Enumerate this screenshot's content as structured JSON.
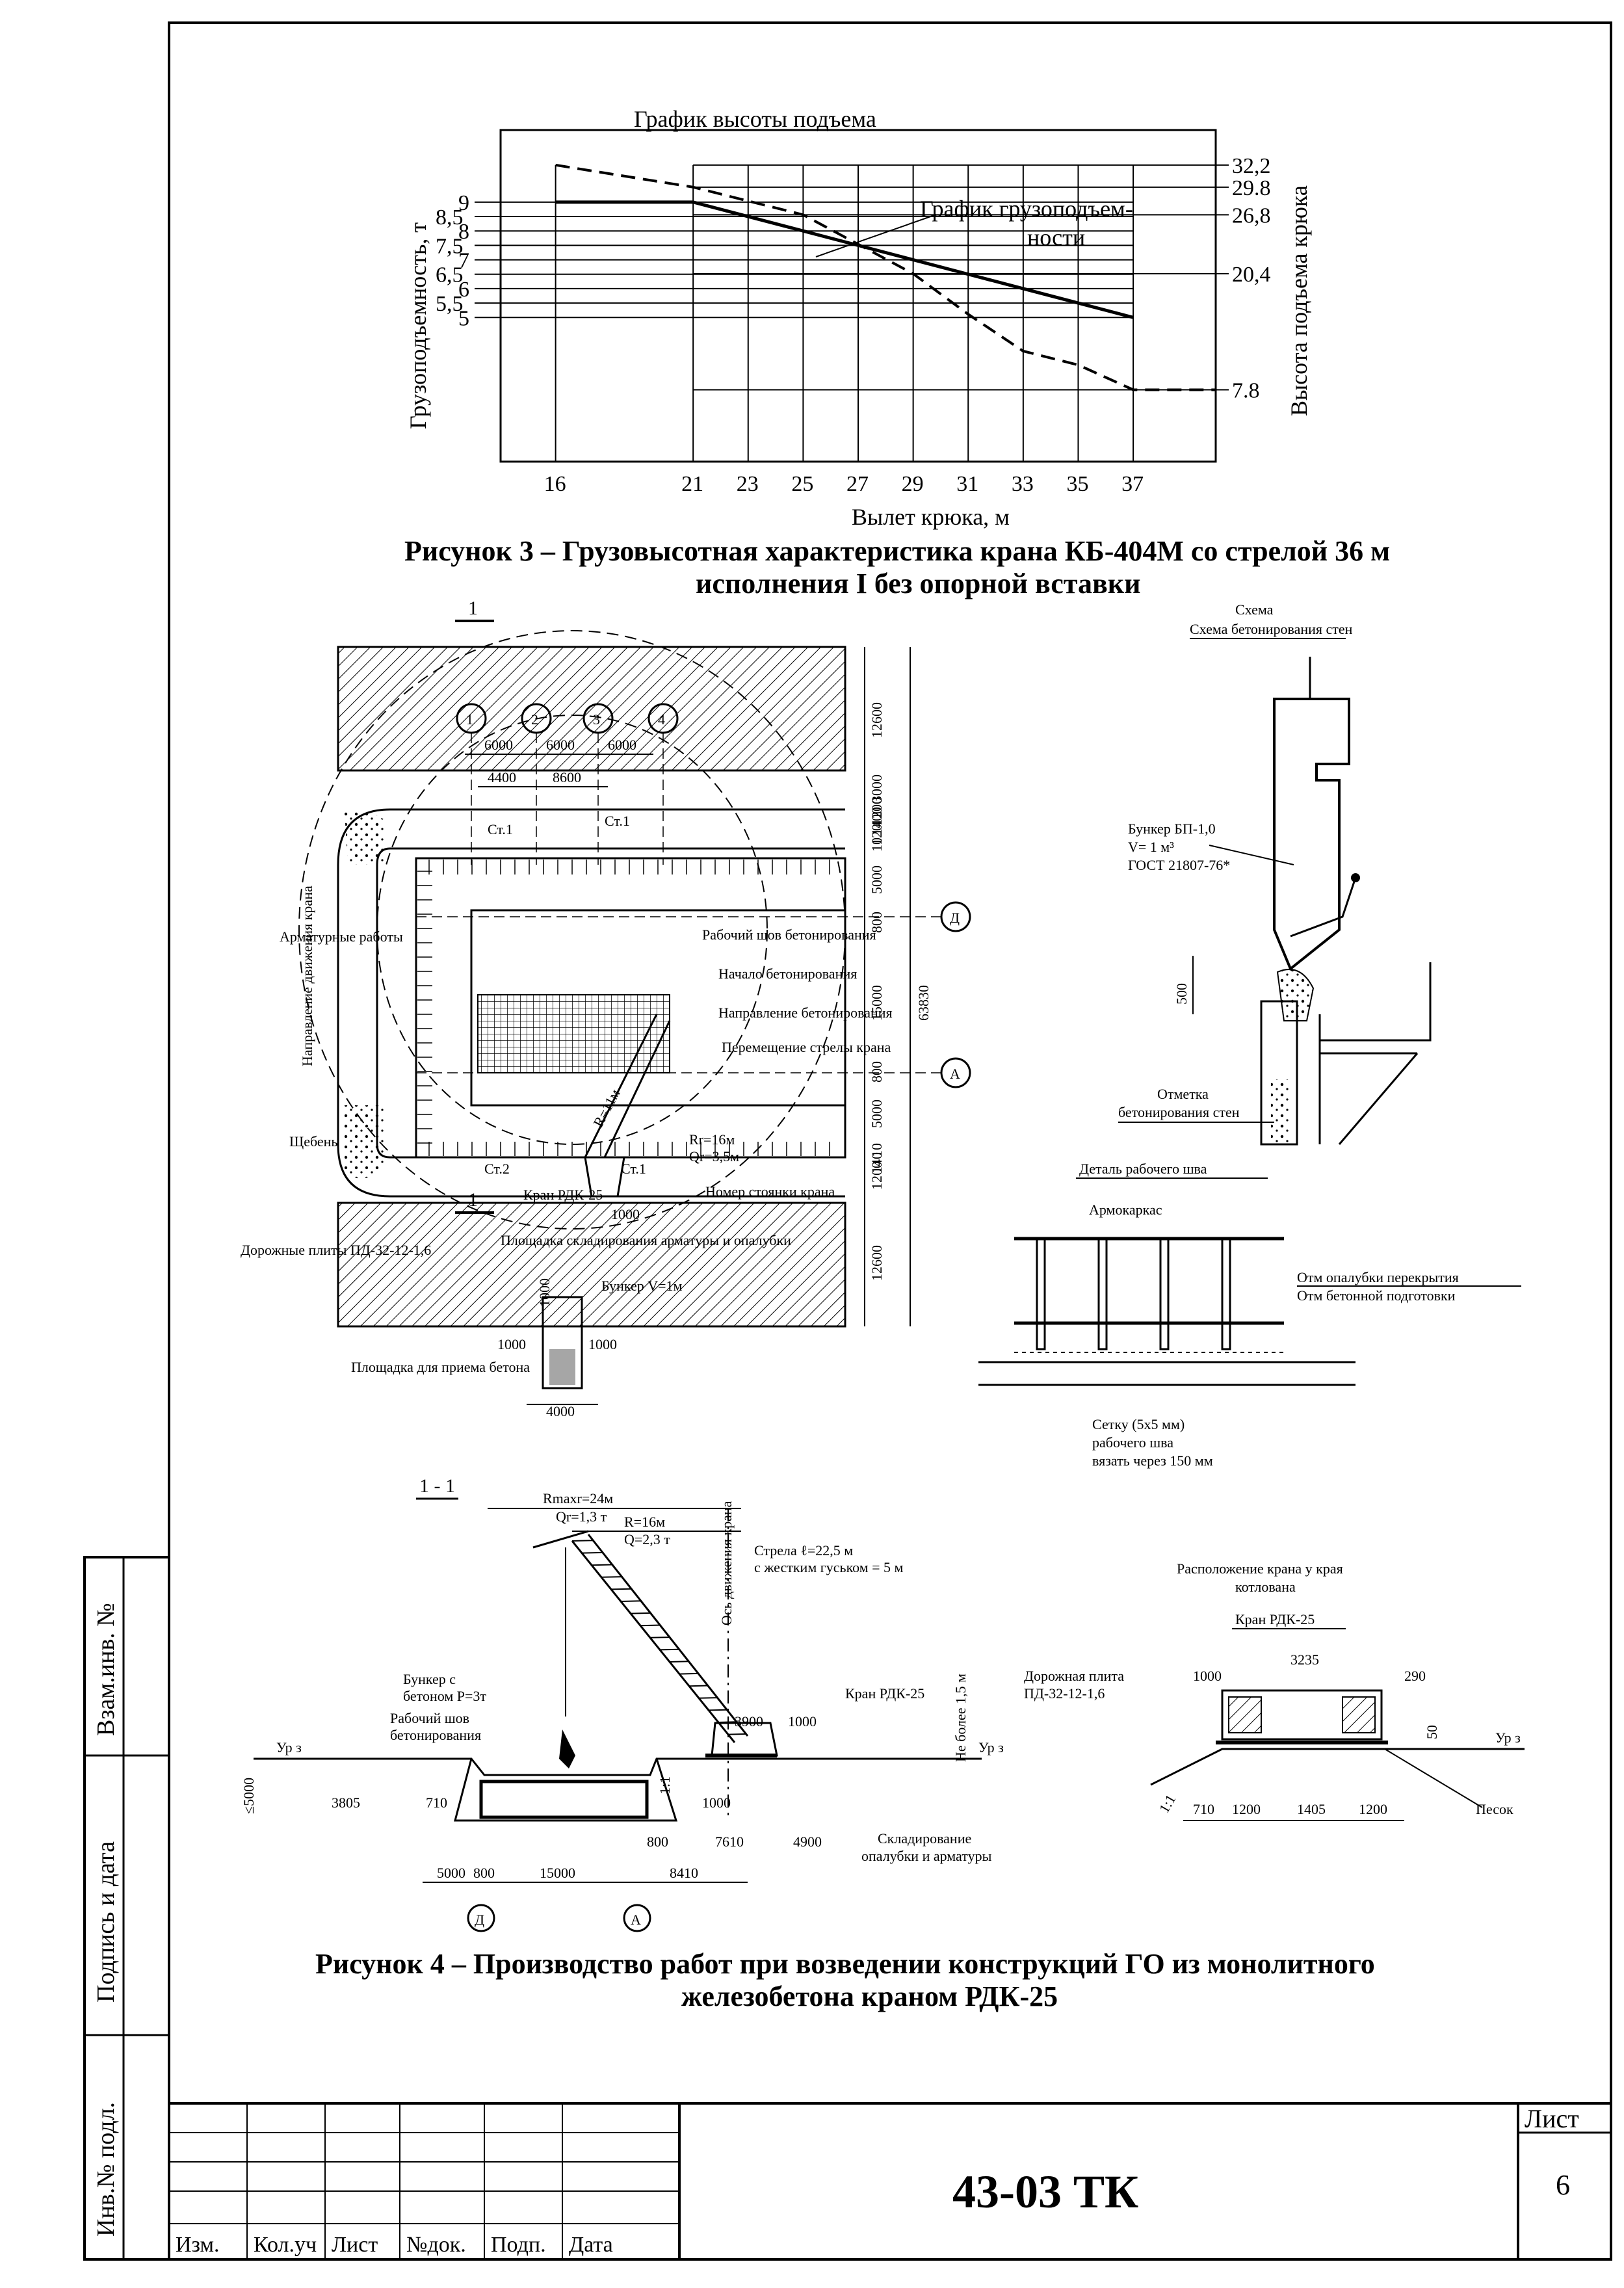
{
  "chart_data": {
    "type": "line",
    "title": "График высоты подъема",
    "xlabel": "Вылет крюка, м",
    "ylabel": "Грузоподъемность, т",
    "y2label": "Высота подъема крюка",
    "x_ticks": [
      16,
      21,
      23,
      25,
      27,
      29,
      31,
      33,
      35,
      37
    ],
    "y_ticks_left": [
      "9",
      "8,5",
      "8",
      "7,5",
      "7",
      "6,5",
      "6",
      "5,5",
      "5"
    ],
    "y_ticks_right": [
      "32,2",
      "29.8",
      "26,8",
      "20,4",
      "7.8"
    ],
    "xlim": [
      14,
      40
    ],
    "ylim": [
      0,
      11.5
    ],
    "series": [
      {
        "name": "График грузоподъем-ности",
        "style": "solid",
        "x": [
          16,
          21,
          23,
          25,
          27,
          29,
          31,
          33,
          35,
          37
        ],
        "y": [
          9,
          9,
          8.5,
          8,
          7.5,
          7,
          6.5,
          6,
          5.5,
          5
        ]
      },
      {
        "name": "График высоты подъема",
        "style": "dashed",
        "axis": "right",
        "x": [
          16,
          21,
          25,
          29,
          31,
          33,
          35,
          37,
          40
        ],
        "y": [
          32.2,
          29.8,
          26.8,
          20.4,
          16,
          12,
          10.5,
          7.8,
          7.8
        ]
      }
    ],
    "annotation": "График грузоподъем-ности"
  },
  "captions": {
    "fig3_line1": "Рисунок 3 – Грузовысотная характеристика крана КБ-404М со стрелой 36 м",
    "fig3_line2": "исполнения I без опорной вставки",
    "fig4_line1": "Рисунок 4 – Производство работ при возведении конструкций ГО из монолитного",
    "fig4_line2": "железобетона краном РДК-25"
  },
  "plan": {
    "section_mark": "1",
    "axes": [
      "1",
      "2",
      "3",
      "4",
      "Д",
      "А"
    ],
    "dims_top": [
      "6000",
      "6000",
      "6000",
      "4400",
      "8600"
    ],
    "dims_right": [
      "12600",
      "3000",
      "1200",
      "1400",
      "120",
      "10",
      "5000",
      "800",
      "15000",
      "800",
      "5000",
      "10",
      "140",
      "1200",
      "12600"
    ],
    "total": "63830",
    "labels": {
      "st1": "Ст.1",
      "st2": "Ст.2",
      "st1b": "Ст.1",
      "rebar": "Арматурные работы",
      "direction": "Направление движения крана",
      "gravel": "Щебень",
      "road_plates": "Дорожные плиты ПД-32-12-1,6",
      "seam": "Рабочий шов бетонирования",
      "start": "Начало бетонирования",
      "dir_conc": "Направление бетонирования",
      "boom_move": "Перемещение стрелы крана",
      "rg": "Rr=16м",
      "qg": "Qr=3,5м",
      "r": "R=11м",
      "crane": "Кран РДК-25",
      "stop_no": "Номер стоянки крана",
      "storage": "Площадка складирования арматуры и опалубки",
      "bunker": "Бункер V=1м",
      "receive": "Площадка для приема бетона",
      "d1000a": "1000",
      "d1000b": "1000",
      "d1000c": "1000",
      "d4000": "4000",
      "d1000v": "1000"
    }
  },
  "wall_scheme": {
    "title": "Схема бетонирования стен",
    "bunker1": "Бункер БП-1,0",
    "bunker2": "V= 1 м³",
    "bunker3": "ГОСТ 21807-76*",
    "d500": "500",
    "mark1": "Отметка",
    "mark2": "бетонирования стен"
  },
  "seam_detail": {
    "title": "Деталь рабочего шва",
    "cage": "Армокаркас",
    "mark1": "Отм опалубки перекрытия",
    "mark2": "Отм бетонной подготовки",
    "mesh1": "Сетку (5х5 мм)",
    "mesh2": "рабочего шва",
    "mesh3": "вязать через 150 мм"
  },
  "section": {
    "title": "1 - 1",
    "rmax": "Rmaxr=24м",
    "qr": "Qr=1,3 т",
    "r": "R=16м",
    "q": "Q=2,3 т",
    "boom1": "Стрела ℓ=22,5 м",
    "boom2": "с жестким гуськом = 5 м",
    "axis": "Ось движения крана",
    "bunker1": "Бункер с",
    "bunker2": "бетоном Р=3т",
    "seam1": "Рабочий шов",
    "seam2": "бетонирования",
    "level": "Ур з",
    "level2": "Ур з",
    "d5000v": "≤5000",
    "d3900": "3900",
    "d1000": "1000",
    "crane": "Кран РДК-25",
    "notmore": "Не более 1,5 м",
    "d3805": "3805",
    "d710": "710",
    "d1000b": "1000",
    "slope": "1:1",
    "d800": "800",
    "d7610": "7610",
    "d4900": "4900",
    "d5000": "5000",
    "d800b": "800",
    "d15000": "15000",
    "d8410": "8410",
    "storage1": "Складирование",
    "storage2": "опалубки и арматуры",
    "axisD": "Д",
    "axisA": "А"
  },
  "edge": {
    "title1": "Расположение крана у края",
    "title2": "котлована",
    "crane": "Кран РДК-25",
    "plate1": "Дорожная плита",
    "plate2": "ПД-32-12-1,6",
    "d1000": "1000",
    "d3235": "3235",
    "d290": "290",
    "level": "Ур з",
    "d50": "50",
    "slope": "1:1",
    "d710": "710",
    "d1200a": "1200",
    "d1405": "1405",
    "d1200b": "1200",
    "sand": "Песок"
  },
  "stamp": {
    "code": "43-03 ТК",
    "sheet_label": "Лист",
    "sheet_no": "6",
    "cols": [
      "Изм.",
      "Кол.уч",
      "Лист",
      "№док.",
      "Подп.",
      "Дата"
    ],
    "side": [
      "Взам.инв. №",
      "Подпись и дата",
      "Инв.№ подл."
    ]
  }
}
